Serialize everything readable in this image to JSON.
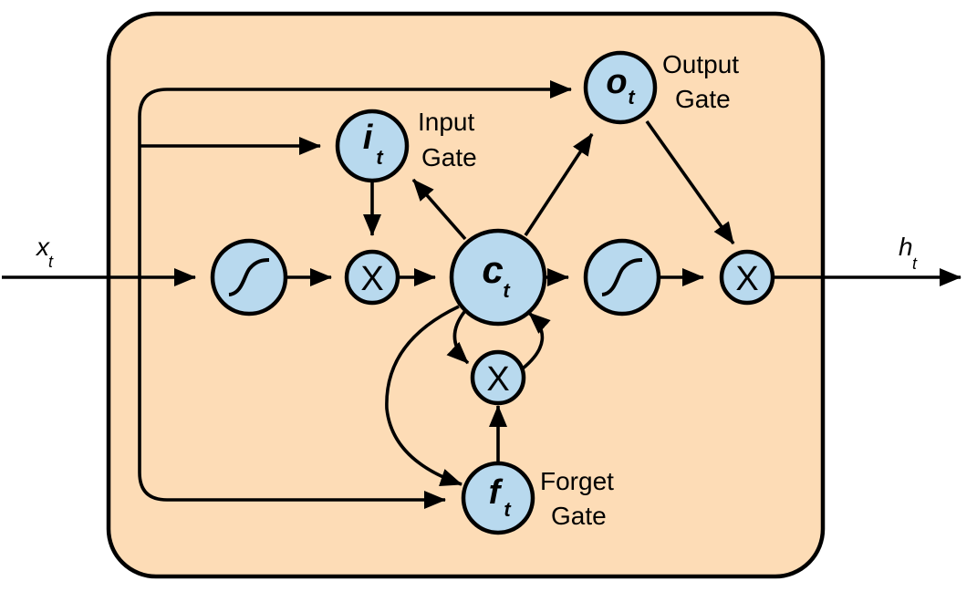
{
  "input": {
    "symbol": "x",
    "subscript": "t"
  },
  "output": {
    "symbol": "h",
    "subscript": "t"
  },
  "gates": {
    "input": {
      "symbol": "i",
      "subscript": "t",
      "label_line1": "Input",
      "label_line2": "Gate"
    },
    "output": {
      "symbol": "o",
      "subscript": "t",
      "label_line1": "Output",
      "label_line2": "Gate"
    },
    "forget": {
      "symbol": "f",
      "subscript": "t",
      "label_line1": "Forget",
      "label_line2": "Gate"
    }
  },
  "cell": {
    "symbol": "c",
    "subscript": "t"
  },
  "operators": {
    "multiply": "X"
  },
  "icons": {
    "activation": "sigmoid-curve-icon"
  }
}
